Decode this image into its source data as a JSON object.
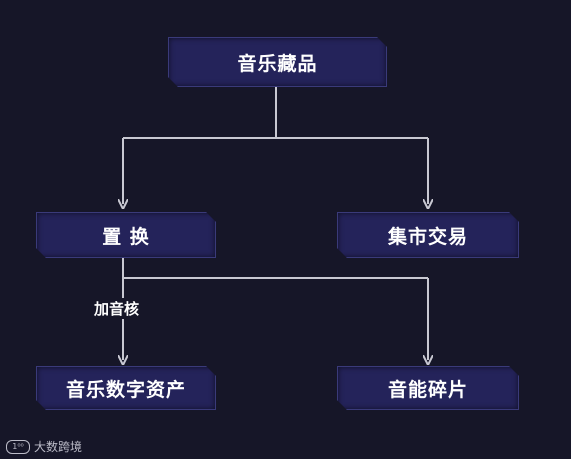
{
  "nodes": {
    "root": "音乐藏品",
    "exchange": "置 换",
    "market": "集市交易",
    "digital_asset": "音乐数字资产",
    "fragment": "音能碎片"
  },
  "edge_labels": {
    "add_core": "加音核"
  },
  "watermark": {
    "logo_text": "1⁰⁰",
    "text": "大数跨境"
  },
  "colors": {
    "background": "#161628",
    "node_fill": "#24235a",
    "line": "#c8c8d2",
    "text": "#ffffff"
  }
}
